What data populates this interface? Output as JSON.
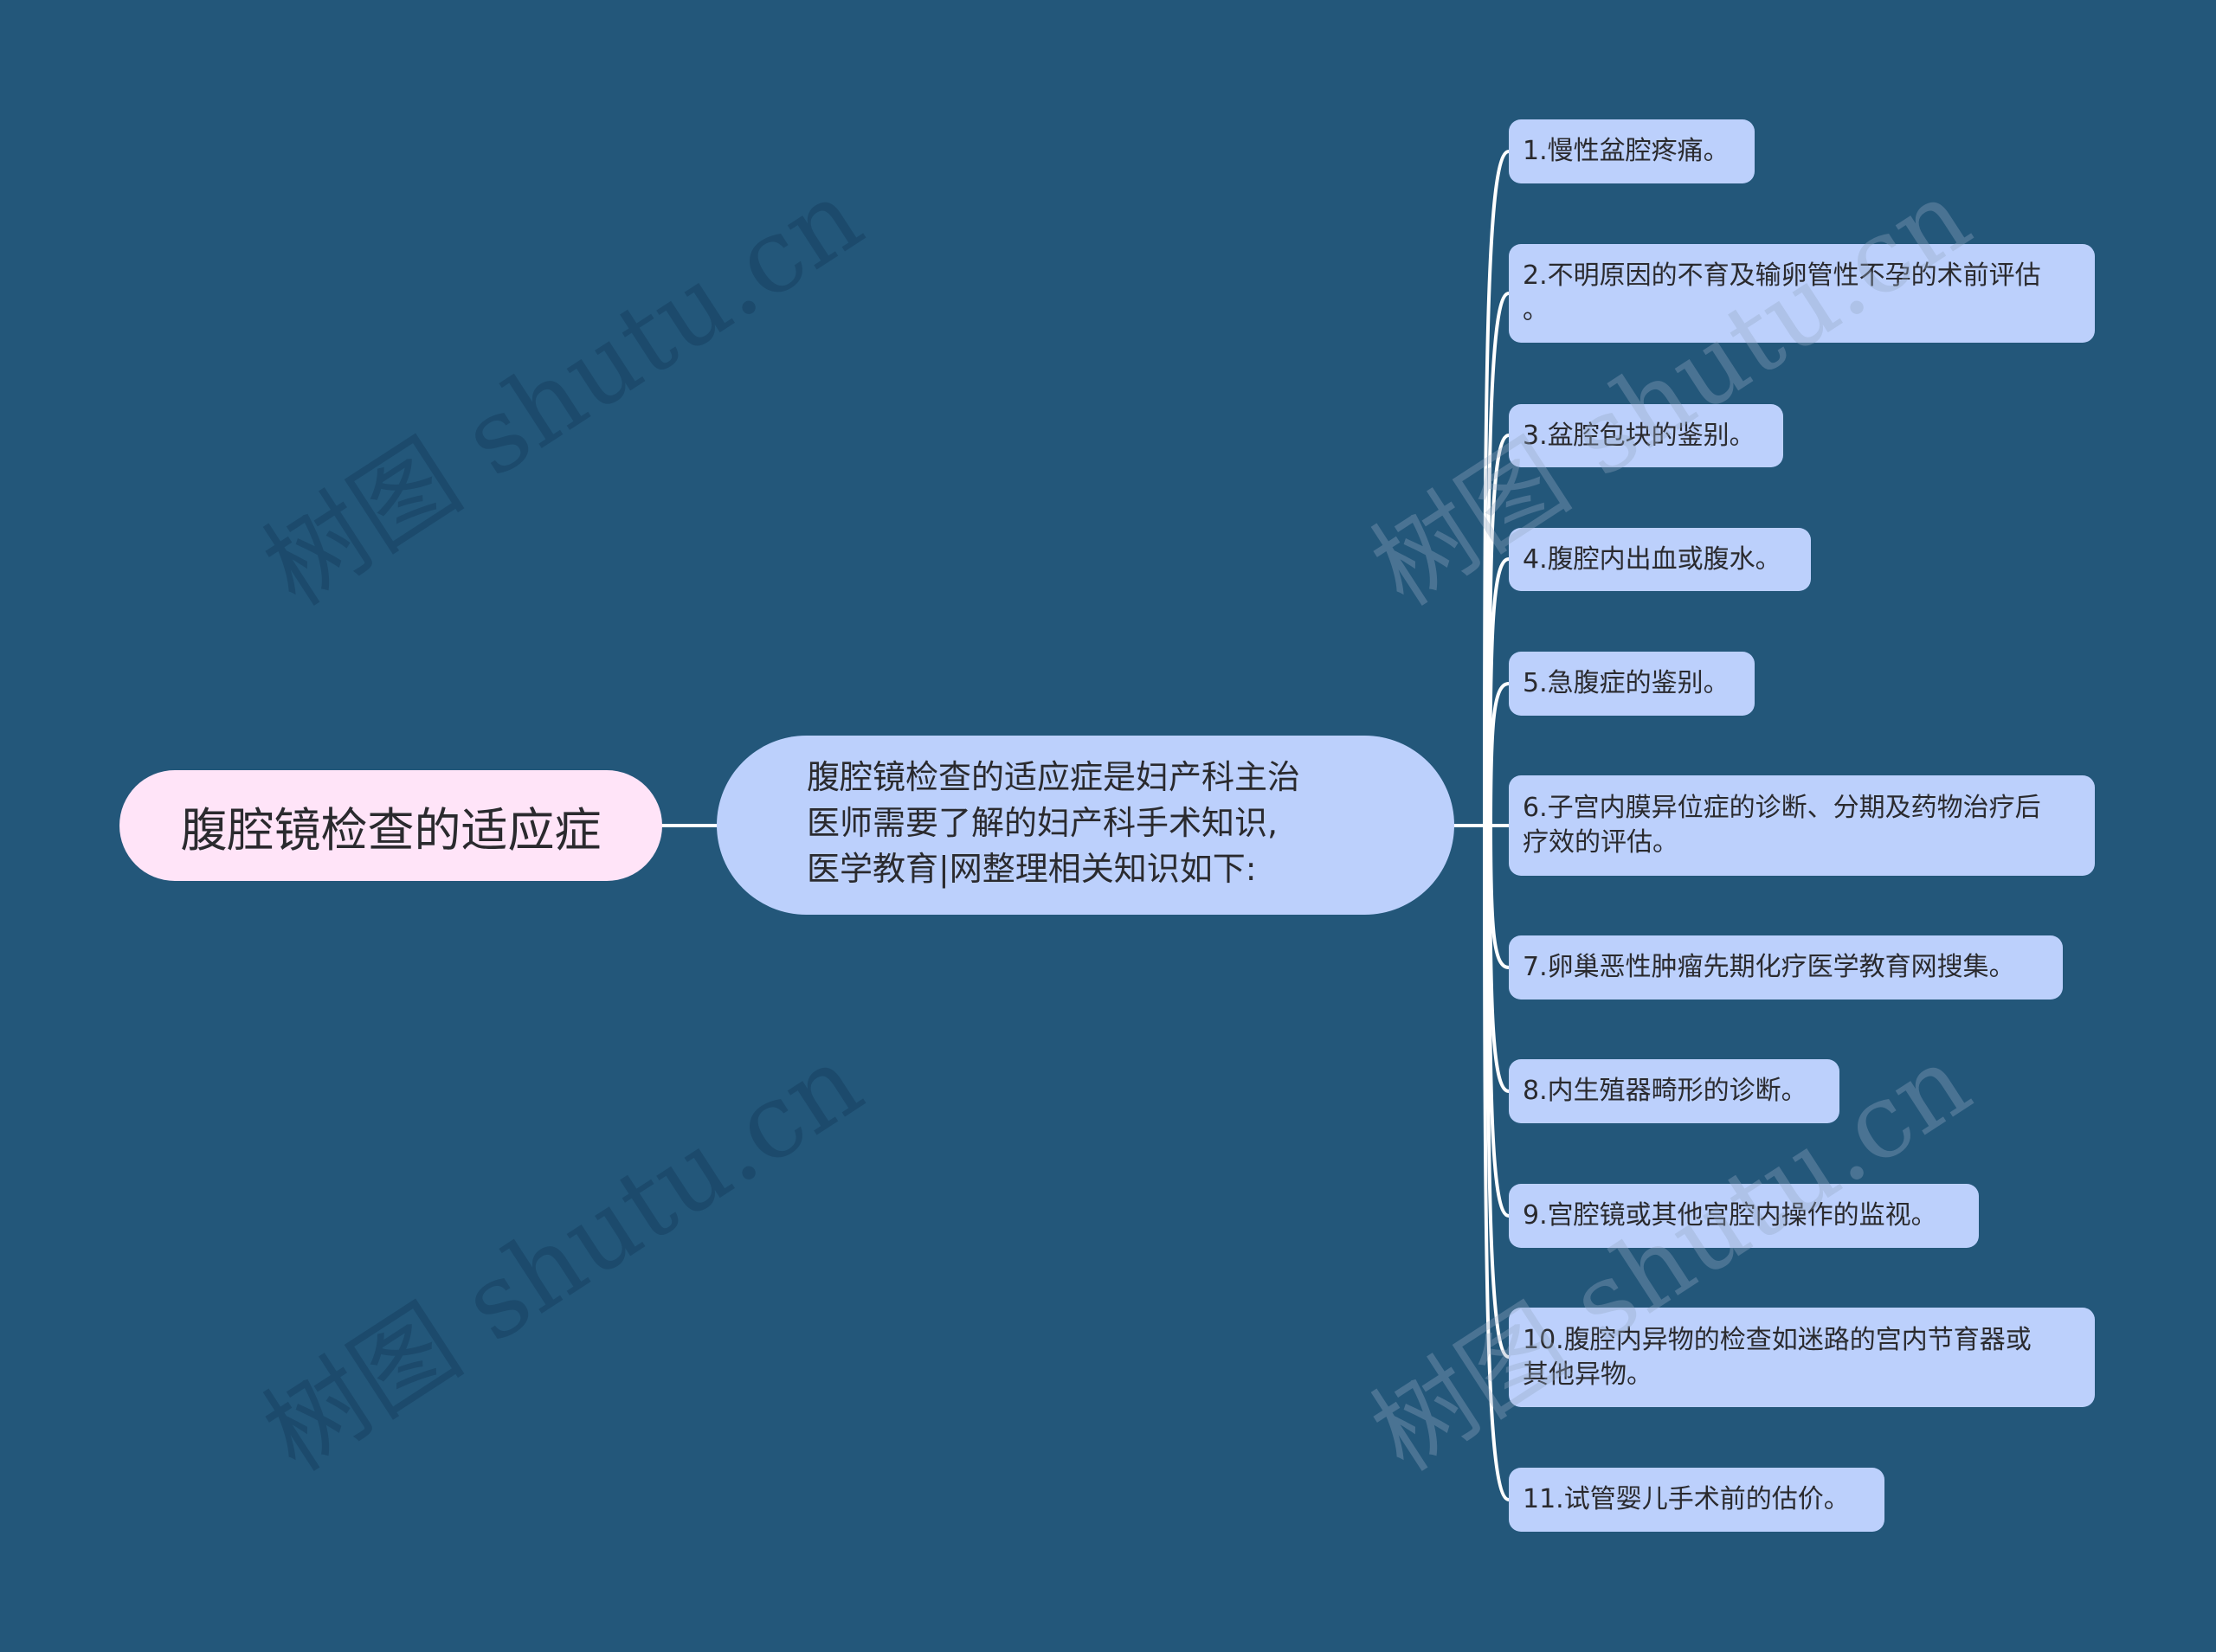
{
  "colors": {
    "background": "#23577A",
    "root_fill": "#FFE4F8",
    "node_fill": "#BCD0FC",
    "connector": "#FFFFFF",
    "text": "#2A2A2E"
  },
  "watermark": {
    "text": "树图 shutu.cn"
  },
  "root": {
    "label": "腹腔镜检查的适应症"
  },
  "topic": {
    "lines": [
      "腹腔镜检查的适应症是妇产科主治",
      "医师需要了解的妇产科手术知识,",
      "医学教育|网整理相关知识如下:"
    ]
  },
  "items": [
    {
      "lines": [
        "1.慢性盆腔疼痛。"
      ]
    },
    {
      "lines": [
        "2.不明原因的不育及输卵管性不孕的术前评估",
        "。"
      ]
    },
    {
      "lines": [
        "3.盆腔包块的鉴别。"
      ]
    },
    {
      "lines": [
        "4.腹腔内出血或腹水。"
      ]
    },
    {
      "lines": [
        "5.急腹症的鉴别。"
      ]
    },
    {
      "lines": [
        "6.子宫内膜异位症的诊断、分期及药物治疗后",
        "疗效的评估。"
      ]
    },
    {
      "lines": [
        "7.卵巢恶性肿瘤先期化疗医学教育网搜集。"
      ]
    },
    {
      "lines": [
        "8.内生殖器畸形的诊断。"
      ]
    },
    {
      "lines": [
        "9.宫腔镜或其他宫腔内操作的监视。"
      ]
    },
    {
      "lines": [
        "10.腹腔内异物的检查如迷路的宫内节育器或",
        "其他异物。"
      ]
    },
    {
      "lines": [
        "11.试管婴儿手术前的估价。"
      ]
    }
  ]
}
